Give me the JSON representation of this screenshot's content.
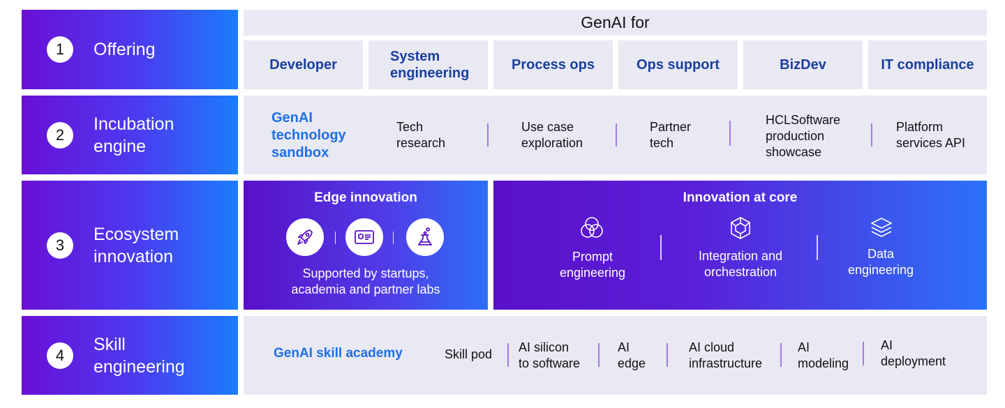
{
  "stages": [
    {
      "number": "1",
      "label": "Offering"
    },
    {
      "number": "2",
      "label": "Incubation\nengine"
    },
    {
      "number": "3",
      "label": "Ecosystem\ninnovation"
    },
    {
      "number": "4",
      "label": "Skill\nengineering"
    }
  ],
  "offering": {
    "header": "GenAI for",
    "items": [
      "Developer",
      "System\nengineering",
      "Process ops",
      "Ops support",
      "BizDev",
      "IT compliance"
    ]
  },
  "incubation": {
    "title": "GenAI\ntechnology\nsandbox",
    "items": [
      "Tech\nresearch",
      "Use case\nexploration",
      "Partner\ntech",
      "HCLSoftware\nproduction\nshowcase",
      "Platform\nservices API"
    ]
  },
  "ecosystem": {
    "edge": {
      "title": "Edge innovation",
      "icons": [
        "rocket-icon",
        "id-card-icon",
        "flask-icon"
      ],
      "caption": "Supported by startups,\nacademia and partner labs"
    },
    "core": {
      "title": "Innovation at core",
      "items": [
        {
          "icon": "venn-circles-icon",
          "label": "Prompt\nengineering"
        },
        {
          "icon": "network-cube-icon",
          "label": "Integration and\norchestration"
        },
        {
          "icon": "layers-icon",
          "label": "Data\nengineering"
        }
      ]
    }
  },
  "skill": {
    "title": "GenAI skill academy",
    "items": [
      "Skill pod",
      "AI silicon\nto software",
      "AI\nedge",
      "AI cloud\ninfrastructure",
      "AI\nmodeling",
      "AI\ndeployment"
    ]
  },
  "colors": {
    "accent_blue": "#1f6fe8",
    "offering_text": "#1a3f9c",
    "panel_bg": "#e8e9f3",
    "gradient_start": "#6a0fd6",
    "gradient_end": "#1a7dfc",
    "separator": "#a57adf"
  }
}
